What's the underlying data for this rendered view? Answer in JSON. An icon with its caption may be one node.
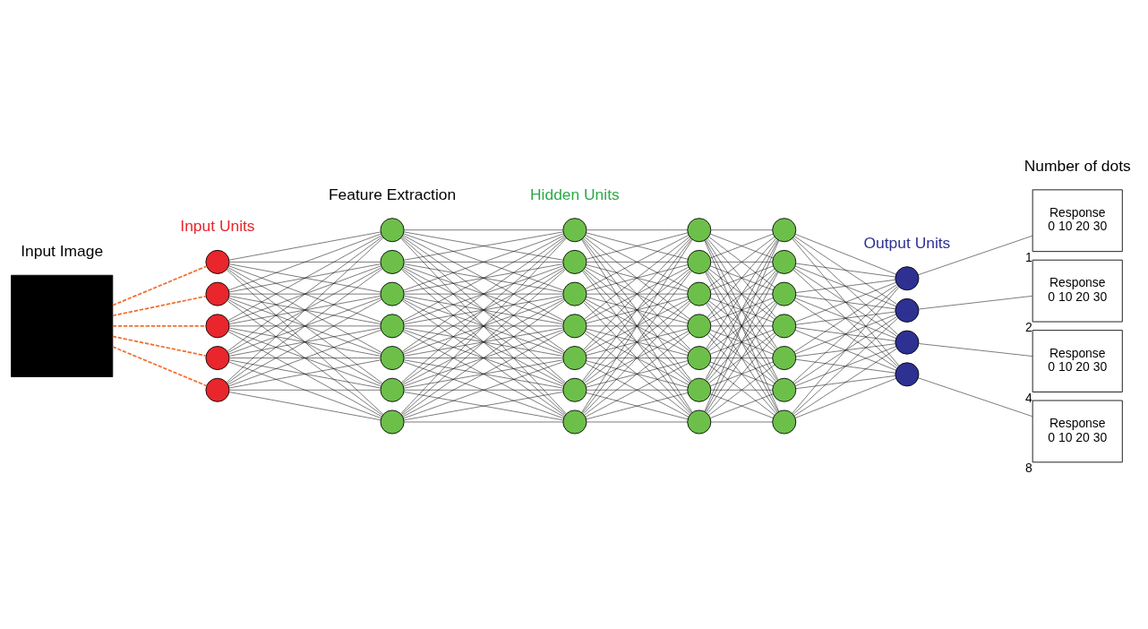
{
  "diagram": {
    "nodes": [
      {
        "text": [],
        "shape": "box"
      },
      {
        "text": [],
        "shape": "circle"
      },
      {
        "text": [],
        "shape": "circle"
      },
      {
        "text": [],
        "shape": "circle"
      },
      {
        "text": [],
        "shape": "circle"
      },
      {
        "text": [],
        "shape": "circle"
      },
      {
        "text": [],
        "shape": "circle"
      },
      {
        "text": [],
        "shape": "circle"
      },
      {
        "text": [],
        "shape": "circle"
      },
      {
        "text": [],
        "shape": "circle"
      },
      {
        "text": [],
        "shape": "circle"
      },
      {
        "text": [],
        "shape": "circle"
      },
      {
        "text": [],
        "shape": "circle"
      },
      {
        "text": [],
        "shape": "circle"
      },
      {
        "text": [],
        "shape": "circle"
      },
      {
        "text": [],
        "shape": "circle"
      },
      {
        "text": [],
        "shape": "circle"
      },
      {
        "text": [],
        "shape": "circle"
      },
      {
        "text": [],
        "shape": "circle"
      },
      {
        "text": [],
        "shape": "circle"
      },
      {
        "text": [],
        "shape": "circle"
      },
      {
        "text": [],
        "shape": "circle"
      },
      {
        "text": [],
        "shape": "circle"
      },
      {
        "text": [],
        "shape": "circle"
      },
      {
        "text": [],
        "shape": "circle"
      },
      {
        "text": [],
        "shape": "circle"
      },
      {
        "text": [],
        "shape": "circle"
      },
      {
        "text": [],
        "shape": "circle"
      },
      {
        "text": [],
        "shape": "circle"
      },
      {
        "text": [],
        "shape": "circle"
      },
      {
        "text": [],
        "shape": "circle"
      },
      {
        "text": [],
        "shape": "circle"
      },
      {
        "text": [],
        "shape": "circle"
      },
      {
        "text": [],
        "shape": "circle"
      },
      {
        "text": [],
        "shape": "circle"
      },
      {
        "text": [],
        "shape": "circle"
      },
      {
        "text": [],
        "shape": "circle"
      },
      {
        "text": [],
        "shape": "circle"
      },
      {
        "text": [
          "Response",
          "0",
          "10",
          "20",
          "30"
        ],
        "beside": [
          "1"
        ]
      },
      {
        "text": [
          "Response",
          "0",
          "10",
          "20",
          "30"
        ],
        "beside": [
          "2"
        ]
      },
      {
        "text": [
          "Response",
          "0",
          "10",
          "20",
          "30"
        ],
        "beside": [
          "4"
        ]
      },
      {
        "text": [
          "Response",
          "0",
          "10",
          "20",
          "30"
        ],
        "beside": [
          "8"
        ]
      }
    ],
    "edges": [
      {
        "from": 0,
        "to": 1,
        "arrow": "none",
        "style": "dashed",
        "color": "#f07030"
      },
      {
        "from": 0,
        "to": 2,
        "arrow": "none",
        "style": "dashed",
        "color": "#f07030"
      },
      {
        "from": 0,
        "to": 3,
        "arrow": "none",
        "style": "dashed",
        "color": "#f07030"
      },
      {
        "from": 0,
        "to": 4,
        "arrow": "none",
        "style": "dashed",
        "color": "#f07030"
      },
      {
        "from": 0,
        "to": 5,
        "arrow": "none",
        "style": "dashed",
        "color": "#f07030"
      },
      {
        "from": 1,
        "to": 6,
        "arrow": "none"
      },
      {
        "from": 1,
        "to": 7,
        "arrow": "none"
      },
      {
        "from": 1,
        "to": 8,
        "arrow": "none"
      },
      {
        "from": 1,
        "to": 9,
        "arrow": "none"
      },
      {
        "from": 1,
        "to": 10,
        "arrow": "none"
      },
      {
        "from": 1,
        "to": 11,
        "arrow": "none"
      },
      {
        "from": 1,
        "to": 12,
        "arrow": "none"
      },
      {
        "from": 2,
        "to": 6,
        "arrow": "none"
      },
      {
        "from": 2,
        "to": 7,
        "arrow": "none"
      },
      {
        "from": 2,
        "to": 8,
        "arrow": "none"
      },
      {
        "from": 2,
        "to": 9,
        "arrow": "none"
      },
      {
        "from": 2,
        "to": 10,
        "arrow": "none"
      },
      {
        "from": 2,
        "to": 11,
        "arrow": "none"
      },
      {
        "from": 2,
        "to": 12,
        "arrow": "none"
      },
      {
        "from": 3,
        "to": 6,
        "arrow": "none"
      },
      {
        "from": 3,
        "to": 7,
        "arrow": "none"
      },
      {
        "from": 3,
        "to": 8,
        "arrow": "none"
      },
      {
        "from": 3,
        "to": 9,
        "arrow": "none"
      },
      {
        "from": 3,
        "to": 10,
        "arrow": "none"
      },
      {
        "from": 3,
        "to": 11,
        "arrow": "none"
      },
      {
        "from": 3,
        "to": 12,
        "arrow": "none"
      },
      {
        "from": 4,
        "to": 6,
        "arrow": "none"
      },
      {
        "from": 4,
        "to": 7,
        "arrow": "none"
      },
      {
        "from": 4,
        "to": 8,
        "arrow": "none"
      },
      {
        "from": 4,
        "to": 9,
        "arrow": "none"
      },
      {
        "from": 4,
        "to": 10,
        "arrow": "none"
      },
      {
        "from": 4,
        "to": 11,
        "arrow": "none"
      },
      {
        "from": 4,
        "to": 12,
        "arrow": "none"
      },
      {
        "from": 5,
        "to": 6,
        "arrow": "none"
      },
      {
        "from": 5,
        "to": 7,
        "arrow": "none"
      },
      {
        "from": 5,
        "to": 8,
        "arrow": "none"
      },
      {
        "from": 5,
        "to": 9,
        "arrow": "none"
      },
      {
        "from": 5,
        "to": 10,
        "arrow": "none"
      },
      {
        "from": 5,
        "to": 11,
        "arrow": "none"
      },
      {
        "from": 5,
        "to": 12,
        "arrow": "none"
      },
      {
        "from": 6,
        "to": 13,
        "arrow": "none"
      },
      {
        "from": 6,
        "to": 14,
        "arrow": "none"
      },
      {
        "from": 6,
        "to": 15,
        "arrow": "none"
      },
      {
        "from": 6,
        "to": 16,
        "arrow": "none"
      },
      {
        "from": 6,
        "to": 17,
        "arrow": "none"
      },
      {
        "from": 6,
        "to": 18,
        "arrow": "none"
      },
      {
        "from": 6,
        "to": 19,
        "arrow": "none"
      },
      {
        "from": 7,
        "to": 13,
        "arrow": "none"
      },
      {
        "from": 7,
        "to": 14,
        "arrow": "none"
      },
      {
        "from": 7,
        "to": 15,
        "arrow": "none"
      },
      {
        "from": 7,
        "to": 16,
        "arrow": "none"
      },
      {
        "from": 7,
        "to": 17,
        "arrow": "none"
      },
      {
        "from": 7,
        "to": 18,
        "arrow": "none"
      },
      {
        "from": 7,
        "to": 19,
        "arrow": "none"
      },
      {
        "from": 8,
        "to": 13,
        "arrow": "none"
      },
      {
        "from": 8,
        "to": 14,
        "arrow": "none"
      },
      {
        "from": 8,
        "to": 15,
        "arrow": "none"
      },
      {
        "from": 8,
        "to": 16,
        "arrow": "none"
      },
      {
        "from": 8,
        "to": 17,
        "arrow": "none"
      },
      {
        "from": 8,
        "to": 18,
        "arrow": "none"
      },
      {
        "from": 8,
        "to": 19,
        "arrow": "none"
      },
      {
        "from": 9,
        "to": 13,
        "arrow": "none"
      },
      {
        "from": 9,
        "to": 14,
        "arrow": "none"
      },
      {
        "from": 9,
        "to": 15,
        "arrow": "none"
      },
      {
        "from": 9,
        "to": 16,
        "arrow": "none"
      },
      {
        "from": 9,
        "to": 17,
        "arrow": "none"
      },
      {
        "from": 9,
        "to": 18,
        "arrow": "none"
      },
      {
        "from": 9,
        "to": 19,
        "arrow": "none"
      },
      {
        "from": 10,
        "to": 13,
        "arrow": "none"
      },
      {
        "from": 10,
        "to": 14,
        "arrow": "none"
      },
      {
        "from": 10,
        "to": 15,
        "arrow": "none"
      },
      {
        "from": 10,
        "to": 16,
        "arrow": "none"
      },
      {
        "from": 10,
        "to": 17,
        "arrow": "none"
      },
      {
        "from": 10,
        "to": 18,
        "arrow": "none"
      },
      {
        "from": 10,
        "to": 19,
        "arrow": "none"
      },
      {
        "from": 11,
        "to": 13,
        "arrow": "none"
      },
      {
        "from": 11,
        "to": 14,
        "arrow": "none"
      },
      {
        "from": 11,
        "to": 15,
        "arrow": "none"
      },
      {
        "from": 11,
        "to": 16,
        "arrow": "none"
      },
      {
        "from": 11,
        "to": 17,
        "arrow": "none"
      },
      {
        "from": 11,
        "to": 18,
        "arrow": "none"
      },
      {
        "from": 11,
        "to": 19,
        "arrow": "none"
      },
      {
        "from": 12,
        "to": 13,
        "arrow": "none"
      },
      {
        "from": 12,
        "to": 14,
        "arrow": "none"
      },
      {
        "from": 12,
        "to": 15,
        "arrow": "none"
      },
      {
        "from": 12,
        "to": 16,
        "arrow": "none"
      },
      {
        "from": 12,
        "to": 17,
        "arrow": "none"
      },
      {
        "from": 12,
        "to": 18,
        "arrow": "none"
      },
      {
        "from": 12,
        "to": 19,
        "arrow": "none"
      },
      {
        "from": 13,
        "to": 20,
        "arrow": "none"
      },
      {
        "from": 13,
        "to": 21,
        "arrow": "none"
      },
      {
        "from": 13,
        "to": 22,
        "arrow": "none"
      },
      {
        "from": 13,
        "to": 23,
        "arrow": "none"
      },
      {
        "from": 13,
        "to": 24,
        "arrow": "none"
      },
      {
        "from": 13,
        "to": 25,
        "arrow": "none"
      },
      {
        "from": 13,
        "to": 26,
        "arrow": "none"
      },
      {
        "from": 14,
        "to": 20,
        "arrow": "none"
      },
      {
        "from": 14,
        "to": 21,
        "arrow": "none"
      },
      {
        "from": 14,
        "to": 22,
        "arrow": "none"
      },
      {
        "from": 14,
        "to": 23,
        "arrow": "none"
      },
      {
        "from": 14,
        "to": 24,
        "arrow": "none"
      },
      {
        "from": 14,
        "to": 25,
        "arrow": "none"
      },
      {
        "from": 14,
        "to": 26,
        "arrow": "none"
      },
      {
        "from": 15,
        "to": 20,
        "arrow": "none"
      },
      {
        "from": 15,
        "to": 21,
        "arrow": "none"
      },
      {
        "from": 15,
        "to": 22,
        "arrow": "none"
      },
      {
        "from": 15,
        "to": 23,
        "arrow": "none"
      },
      {
        "from": 15,
        "to": 24,
        "arrow": "none"
      },
      {
        "from": 15,
        "to": 25,
        "arrow": "none"
      },
      {
        "from": 15,
        "to": 26,
        "arrow": "none"
      },
      {
        "from": 16,
        "to": 20,
        "arrow": "none"
      },
      {
        "from": 16,
        "to": 21,
        "arrow": "none"
      },
      {
        "from": 16,
        "to": 22,
        "arrow": "none"
      },
      {
        "from": 16,
        "to": 23,
        "arrow": "none"
      },
      {
        "from": 16,
        "to": 24,
        "arrow": "none"
      },
      {
        "from": 16,
        "to": 25,
        "arrow": "none"
      },
      {
        "from": 16,
        "to": 26,
        "arrow": "none"
      },
      {
        "from": 17,
        "to": 20,
        "arrow": "none"
      },
      {
        "from": 17,
        "to": 21,
        "arrow": "none"
      },
      {
        "from": 17,
        "to": 22,
        "arrow": "none"
      },
      {
        "from": 17,
        "to": 23,
        "arrow": "none"
      },
      {
        "from": 17,
        "to": 24,
        "arrow": "none"
      },
      {
        "from": 17,
        "to": 25,
        "arrow": "none"
      },
      {
        "from": 17,
        "to": 26,
        "arrow": "none"
      },
      {
        "from": 18,
        "to": 20,
        "arrow": "none"
      },
      {
        "from": 18,
        "to": 21,
        "arrow": "none"
      },
      {
        "from": 18,
        "to": 22,
        "arrow": "none"
      },
      {
        "from": 18,
        "to": 23,
        "arrow": "none"
      },
      {
        "from": 18,
        "to": 24,
        "arrow": "none"
      },
      {
        "from": 18,
        "to": 25,
        "arrow": "none"
      },
      {
        "from": 18,
        "to": 26,
        "arrow": "none"
      },
      {
        "from": 19,
        "to": 20,
        "arrow": "none"
      },
      {
        "from": 19,
        "to": 21,
        "arrow": "none"
      },
      {
        "from": 19,
        "to": 22,
        "arrow": "none"
      },
      {
        "from": 19,
        "to": 23,
        "arrow": "none"
      },
      {
        "from": 19,
        "to": 24,
        "arrow": "none"
      },
      {
        "from": 19,
        "to": 25,
        "arrow": "none"
      },
      {
        "from": 19,
        "to": 26,
        "arrow": "none"
      },
      {
        "from": 20,
        "to": 27,
        "arrow": "none"
      },
      {
        "from": 20,
        "to": 28,
        "arrow": "none"
      },
      {
        "from": 20,
        "to": 29,
        "arrow": "none"
      },
      {
        "from": 20,
        "to": 30,
        "arrow": "none"
      },
      {
        "from": 20,
        "to": 31,
        "arrow": "none"
      },
      {
        "from": 20,
        "to": 32,
        "arrow": "none"
      },
      {
        "from": 20,
        "to": 33,
        "arrow": "none"
      },
      {
        "from": 21,
        "to": 27,
        "arrow": "none"
      },
      {
        "from": 21,
        "to": 28,
        "arrow": "none"
      },
      {
        "from": 21,
        "to": 29,
        "arrow": "none"
      },
      {
        "from": 21,
        "to": 30,
        "arrow": "none"
      },
      {
        "from": 21,
        "to": 31,
        "arrow": "none"
      },
      {
        "from": 21,
        "to": 32,
        "arrow": "none"
      },
      {
        "from": 21,
        "to": 33,
        "arrow": "none"
      },
      {
        "from": 22,
        "to": 27,
        "arrow": "none"
      },
      {
        "from": 22,
        "to": 28,
        "arrow": "none"
      },
      {
        "from": 22,
        "to": 29,
        "arrow": "none"
      },
      {
        "from": 22,
        "to": 30,
        "arrow": "none"
      },
      {
        "from": 22,
        "to": 31,
        "arrow": "none"
      },
      {
        "from": 22,
        "to": 32,
        "arrow": "none"
      },
      {
        "from": 22,
        "to": 33,
        "arrow": "none"
      },
      {
        "from": 23,
        "to": 27,
        "arrow": "none"
      },
      {
        "from": 23,
        "to": 28,
        "arrow": "none"
      },
      {
        "from": 23,
        "to": 29,
        "arrow": "none"
      },
      {
        "from": 23,
        "to": 30,
        "arrow": "none"
      },
      {
        "from": 23,
        "to": 31,
        "arrow": "none"
      },
      {
        "from": 23,
        "to": 32,
        "arrow": "none"
      },
      {
        "from": 23,
        "to": 33,
        "arrow": "none"
      },
      {
        "from": 24,
        "to": 27,
        "arrow": "none"
      },
      {
        "from": 24,
        "to": 28,
        "arrow": "none"
      },
      {
        "from": 24,
        "to": 29,
        "arrow": "none"
      },
      {
        "from": 24,
        "to": 30,
        "arrow": "none"
      },
      {
        "from": 24,
        "to": 31,
        "arrow": "none"
      },
      {
        "from": 24,
        "to": 32,
        "arrow": "none"
      },
      {
        "from": 24,
        "to": 33,
        "arrow": "none"
      },
      {
        "from": 25,
        "to": 27,
        "arrow": "none"
      },
      {
        "from": 25,
        "to": 28,
        "arrow": "none"
      },
      {
        "from": 25,
        "to": 29,
        "arrow": "none"
      },
      {
        "from": 25,
        "to": 30,
        "arrow": "none"
      },
      {
        "from": 25,
        "to": 31,
        "arrow": "none"
      },
      {
        "from": 25,
        "to": 32,
        "arrow": "none"
      },
      {
        "from": 25,
        "to": 33,
        "arrow": "none"
      },
      {
        "from": 26,
        "to": 27,
        "arrow": "none"
      },
      {
        "from": 26,
        "to": 28,
        "arrow": "none"
      },
      {
        "from": 26,
        "to": 29,
        "arrow": "none"
      },
      {
        "from": 26,
        "to": 30,
        "arrow": "none"
      },
      {
        "from": 26,
        "to": 31,
        "arrow": "none"
      },
      {
        "from": 26,
        "to": 32,
        "arrow": "none"
      },
      {
        "from": 26,
        "to": 33,
        "arrow": "none"
      },
      {
        "from": 27,
        "to": 34,
        "arrow": "none"
      },
      {
        "from": 27,
        "to": 35,
        "arrow": "none"
      },
      {
        "from": 27,
        "to": 36,
        "arrow": "none"
      },
      {
        "from": 27,
        "to": 37,
        "arrow": "none"
      },
      {
        "from": 28,
        "to": 34,
        "arrow": "none"
      },
      {
        "from": 28,
        "to": 35,
        "arrow": "none"
      },
      {
        "from": 28,
        "to": 36,
        "arrow": "none"
      },
      {
        "from": 28,
        "to": 37,
        "arrow": "none"
      },
      {
        "from": 29,
        "to": 34,
        "arrow": "none"
      },
      {
        "from": 29,
        "to": 35,
        "arrow": "none"
      },
      {
        "from": 29,
        "to": 36,
        "arrow": "none"
      },
      {
        "from": 29,
        "to": 37,
        "arrow": "none"
      },
      {
        "from": 30,
        "to": 34,
        "arrow": "none"
      },
      {
        "from": 30,
        "to": 35,
        "arrow": "none"
      },
      {
        "from": 30,
        "to": 36,
        "arrow": "none"
      },
      {
        "from": 30,
        "to": 37,
        "arrow": "none"
      },
      {
        "from": 31,
        "to": 34,
        "arrow": "none"
      },
      {
        "from": 31,
        "to": 35,
        "arrow": "none"
      },
      {
        "from": 31,
        "to": 36,
        "arrow": "none"
      },
      {
        "from": 31,
        "to": 37,
        "arrow": "none"
      },
      {
        "from": 32,
        "to": 34,
        "arrow": "none"
      },
      {
        "from": 32,
        "to": 35,
        "arrow": "none"
      },
      {
        "from": 32,
        "to": 36,
        "arrow": "none"
      },
      {
        "from": 32,
        "to": 37,
        "arrow": "none"
      },
      {
        "from": 33,
        "to": 34,
        "arrow": "none"
      },
      {
        "from": 33,
        "to": 35,
        "arrow": "none"
      },
      {
        "from": 33,
        "to": 36,
        "arrow": "none"
      },
      {
        "from": 33,
        "to": 37,
        "arrow": "none"
      },
      {
        "from": 34,
        "to": 38,
        "arrow": "none"
      },
      {
        "from": 35,
        "to": 39,
        "arrow": "none"
      },
      {
        "from": 36,
        "to": 40,
        "arrow": "none"
      },
      {
        "from": 37,
        "to": 41,
        "arrow": "none"
      }
    ],
    "labels": [
      "Input Units",
      "Hidden Units",
      "Output Units",
      "Input Image",
      "Feature Extraction",
      "Number of dots"
    ]
  }
}
